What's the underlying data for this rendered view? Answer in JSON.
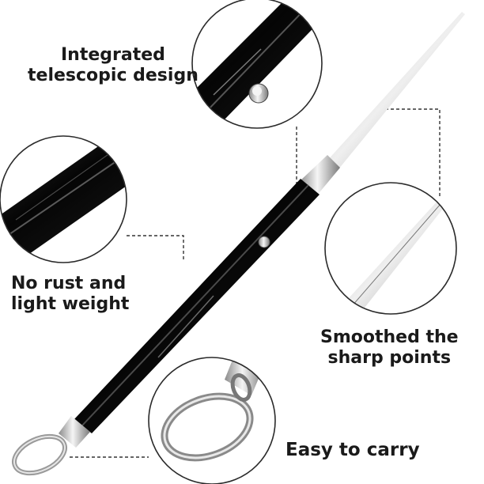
{
  "product_labels": {
    "telescopic": [
      "Integrated",
      "telescopic design"
    ],
    "rust": [
      "No rust and",
      "light weight"
    ],
    "sharp": [
      "Smoothed the",
      "sharp points"
    ],
    "carry": "Easy to carry"
  },
  "colors": {
    "background": "#ffffff",
    "text": "#1a1a1a",
    "pen_body": "#111111",
    "metal": "#c9c9c9",
    "callout_border": "#2a2a2a"
  }
}
